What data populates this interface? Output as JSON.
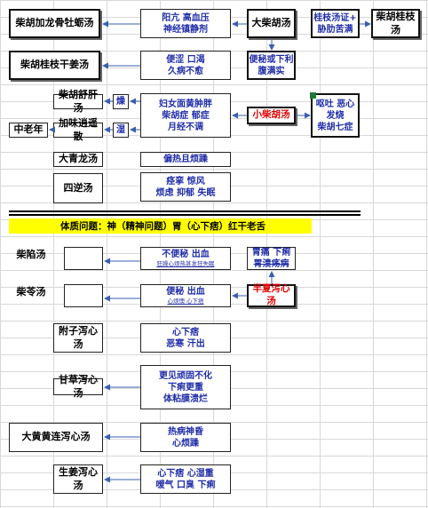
{
  "left_boxes": {
    "chaihu_longgu": "柴胡加龙骨牡蛎汤",
    "chaihu_guizhi_ganjiang": "柴胡桂枝干姜汤",
    "chaihu_shugan": "柴胡舒肝汤",
    "jiawei_xiaoyao": "加味逍遥散",
    "zhonglaonian": "中老年",
    "da_qinglong": "大青龙汤",
    "sini": "四逆汤",
    "zao": "燥",
    "shi": "湿"
  },
  "center_boxes": {
    "yangkang": [
      "阳亢 高血压",
      "神经镇静剂"
    ],
    "bianse": [
      "便涩 口渴",
      "久病不愈"
    ],
    "funv": [
      "妇女面黄肿胖",
      "柴胡症 郁症",
      "月经不调"
    ],
    "pianre": "偏热且烦躁",
    "jingluan": [
      "痉挛 惊风",
      "烦虑 抑郁 失眠"
    ]
  },
  "right_boxes": {
    "da_chaihu": "大柴胡汤",
    "guizhi_zheng": [
      "桂枝汤证+",
      "胁肋苦满"
    ],
    "chaihu_guizhi": "柴胡桂枝汤",
    "bianbi": [
      "便秘或下利",
      "腹满实"
    ],
    "xiao_chaihu": "小柴胡汤",
    "outu": [
      "呕吐 恶心",
      "发烧",
      "柴胡七症"
    ]
  },
  "banner": "体质问题：神（精神问题）胃（心下痞）红干老舌",
  "lower": {
    "chai_xian": "柴陷汤",
    "chai_ling": "柴苓汤",
    "buyi_bianxue": "不便秘 出血",
    "buyi_small": "狂躁心烦热甚发狂失眠",
    "bianmi_chuxue": "便秘 出血",
    "bianmi_small": "心烦懊 心下痞",
    "weitong": [
      "胃痛 下痢",
      "溃疡病"
    ],
    "weitong_small": "胃溃疡病",
    "banxia_xiexin": "半夏泻心汤",
    "fuzi_xiexin": "附子泻心汤",
    "fuzi_sym": [
      "心下痞",
      "恶寒 汗出"
    ],
    "gancao_xiexin": "甘草泻心汤",
    "gancao_sym": [
      "更见顽固不化",
      "下痢更重",
      "体粘膜溃烂"
    ],
    "dahuang_huanglian": "大黄黄连泻心汤",
    "dahuang_sym": [
      "热病神昏",
      "心烦躁"
    ],
    "shengjiang_xiexin": "生姜泻心汤",
    "shengjiang_sym": [
      "心下痞 心湿重",
      "嗳气 口臭 下痢"
    ]
  },
  "colors": {
    "blue_text": "#1f2ca8",
    "red_text": "#e00000",
    "banner_bg": "#ffff00",
    "arrow": "#3a5fae"
  }
}
